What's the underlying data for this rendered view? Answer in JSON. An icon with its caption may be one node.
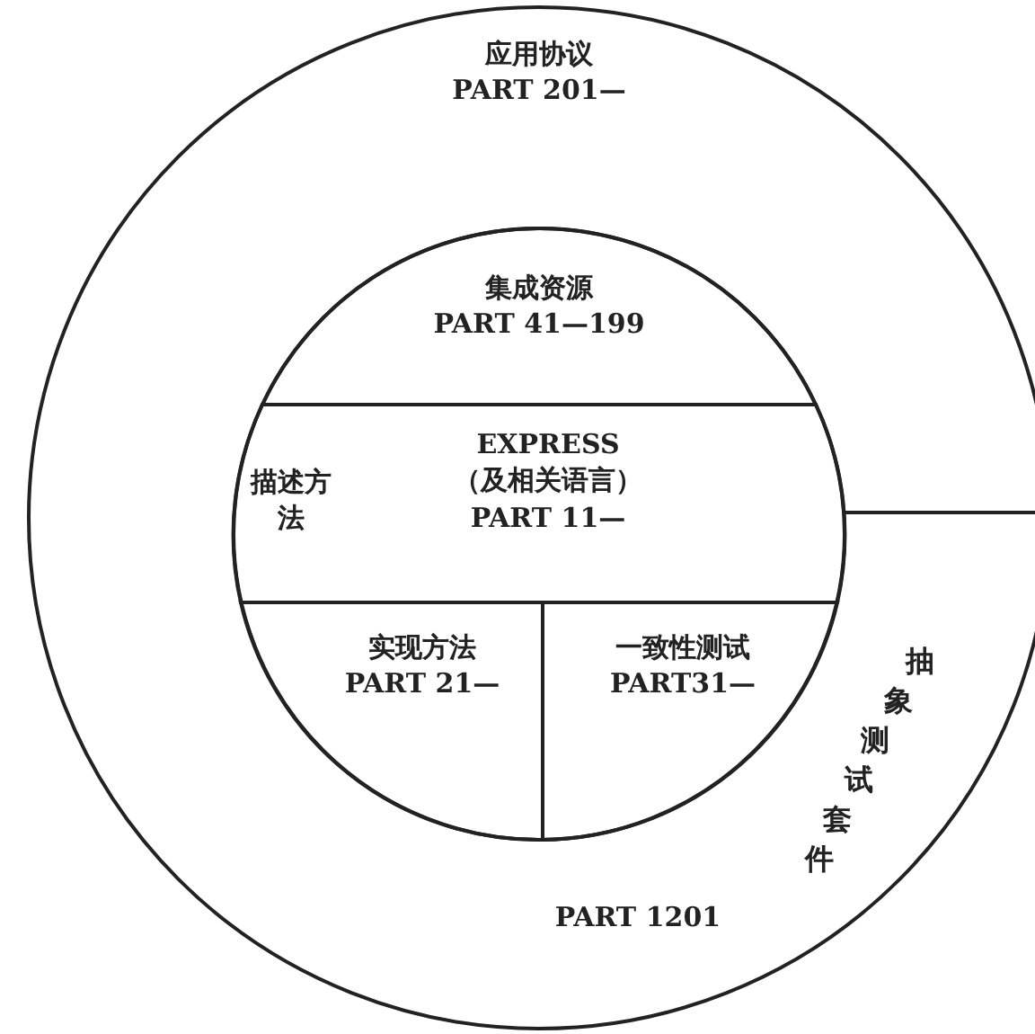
{
  "diagram": {
    "nodes": [
      {
        "text": [
          "应用协议 PART 201—"
        ]
      },
      {
        "text": [],
        "shape": "circle",
        "in": 0
      },
      {
        "text": [
          "集成资源 PART 41—199"
        ],
        "in": 1
      },
      {
        "text": [
          "描述方法",
          "EXPRESS （及相关语言） PART 11—"
        ],
        "in": 1
      },
      {
        "text": [
          "实现方法 PART 21—"
        ],
        "in": 1
      },
      {
        "text": [
          "一致性测试 PART31—"
        ],
        "in": 1
      }
    ],
    "labels": [
      "抽象测试套件",
      "PART 1201"
    ]
  }
}
